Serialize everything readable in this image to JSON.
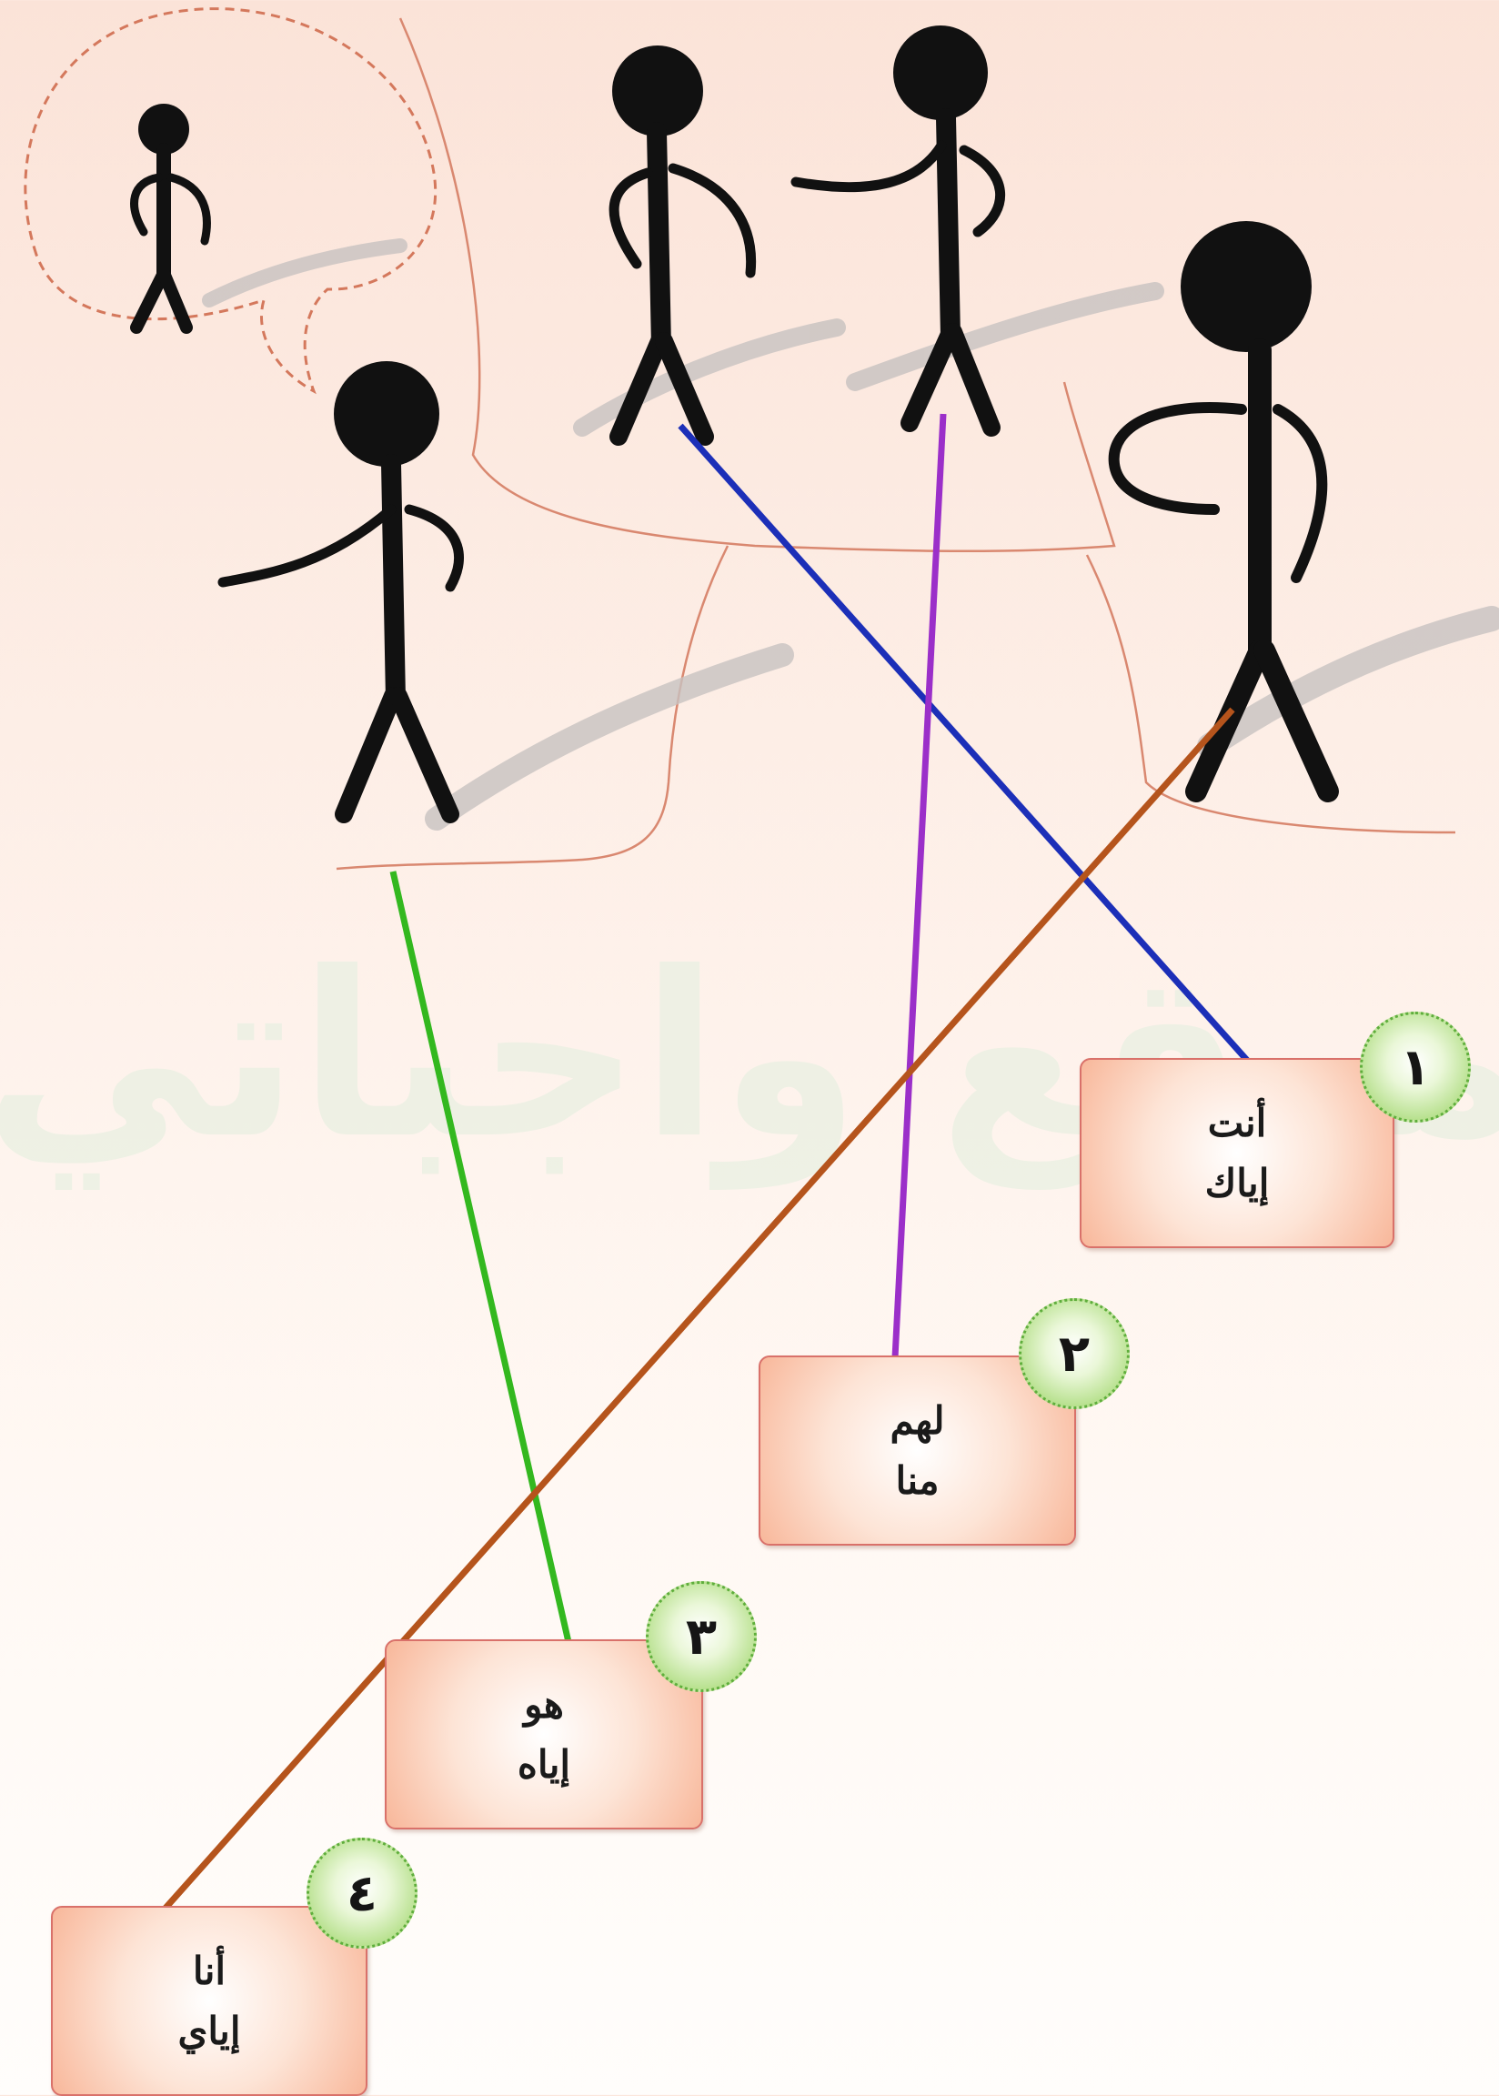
{
  "watermark": "موقع واجباتي",
  "cards": [
    {
      "number": "١",
      "line1": "أنت",
      "line2": "إياك"
    },
    {
      "number": "٢",
      "line1": "لهم",
      "line2": "منا"
    },
    {
      "number": "٣",
      "line1": "هو",
      "line2": "إياه"
    },
    {
      "number": "٤",
      "line1": "أنا",
      "line2": "إياي"
    }
  ],
  "connectors": [
    {
      "card": "١",
      "color": "#1c2fb8"
    },
    {
      "card": "٢",
      "color": "#9b2fc9"
    },
    {
      "card": "٣",
      "color": "#33b81f"
    },
    {
      "card": "٤",
      "color": "#b5541c"
    }
  ]
}
